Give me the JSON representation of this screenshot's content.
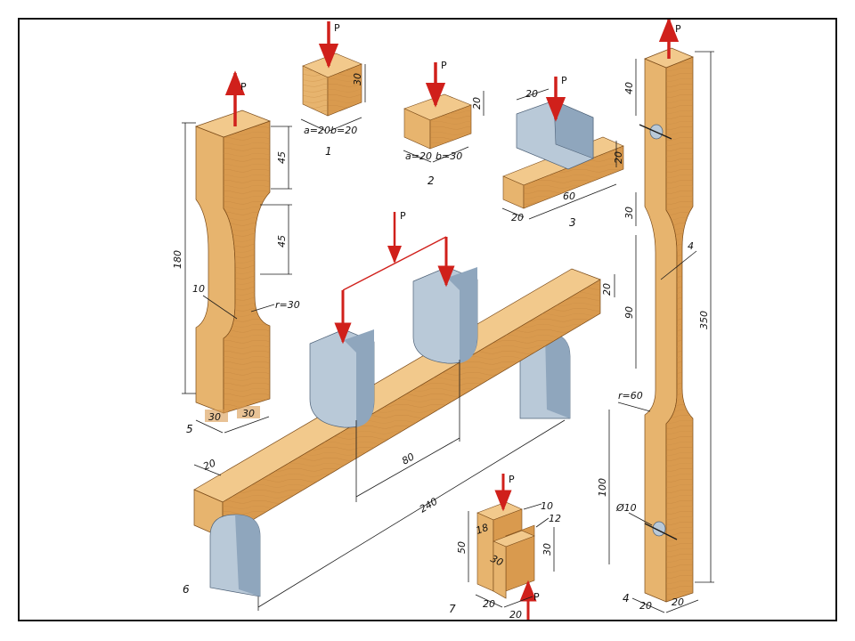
{
  "force_label": "P",
  "colors": {
    "wood_top": "#f2c98c",
    "wood_front": "#e7b46e",
    "wood_side": "#d99a4e",
    "steel_front": "#b9c9d8",
    "steel_side": "#8fa6bd",
    "arrow": "#d0201b",
    "line": "#1a1a1a"
  },
  "specimens": [
    {
      "number": "1",
      "dims": [
        "30",
        "a=20",
        "b=20"
      ]
    },
    {
      "number": "2",
      "dims": [
        "20",
        "a=20",
        "b=30"
      ]
    },
    {
      "number": "3",
      "dims": [
        "20",
        "20",
        "60",
        "20"
      ]
    },
    {
      "number": "4",
      "dims": [
        "40",
        "30",
        "4",
        "90",
        "350",
        "r=60",
        "100",
        "Ø10",
        "20",
        "20"
      ]
    },
    {
      "number": "5",
      "dims": [
        "45",
        "45",
        "180",
        "10",
        "r=30",
        "30",
        "30"
      ]
    },
    {
      "number": "6",
      "dims": [
        "20",
        "20",
        "80",
        "240"
      ]
    },
    {
      "number": "7",
      "dims": [
        "10",
        "12",
        "18",
        "50",
        "30",
        "30",
        "20",
        "20"
      ]
    }
  ]
}
